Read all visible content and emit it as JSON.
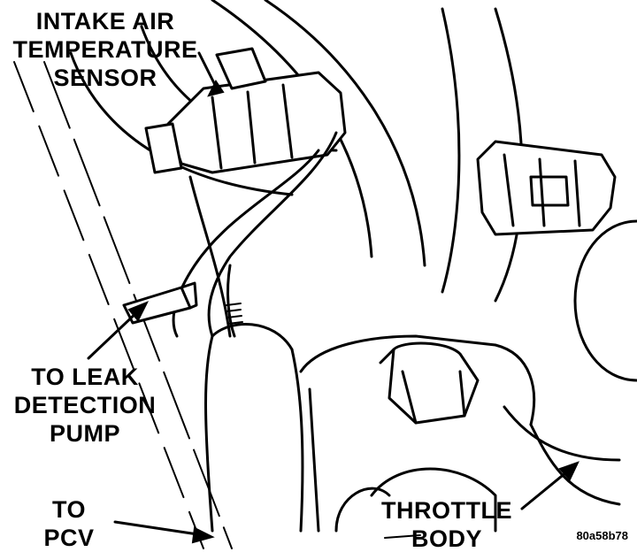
{
  "labels": {
    "intake_air_temperature_sensor": [
      "INTAKE AIR",
      "TEMPERATURE",
      "SENSOR"
    ],
    "to_leak_detection_pump": [
      "TO LEAK",
      "DETECTION",
      "PUMP"
    ],
    "to_pcv": [
      "TO",
      "PCV"
    ],
    "throttle_body": [
      "THROTTLE",
      "BODY"
    ]
  },
  "figure_id": "80a58b78",
  "colors": {
    "ink": "#000000",
    "paper": "#ffffff"
  }
}
